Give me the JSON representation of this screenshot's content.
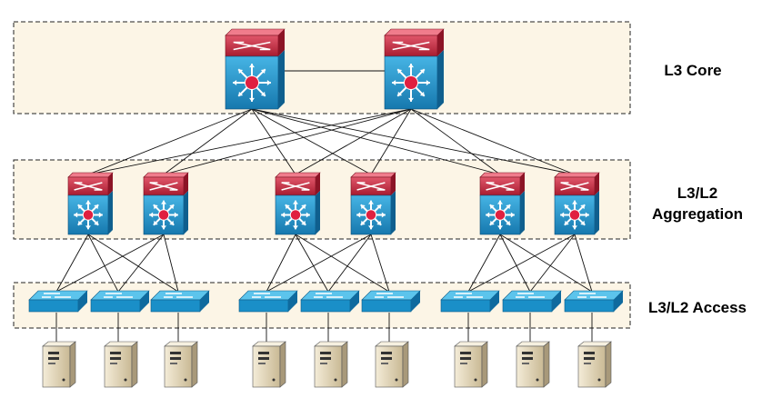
{
  "layers": {
    "core": {
      "label": "L3 Core"
    },
    "aggregation": {
      "label_line1": "L3/L2",
      "label_line2": "Aggregation"
    },
    "access": {
      "label": "L3/L2 Access"
    }
  },
  "counts": {
    "core_switches": 2,
    "aggregation_switches": 6,
    "access_switches": 9,
    "servers": 9
  },
  "colors": {
    "zone_fill": "#fcf5e6",
    "switch_top_red": "#c8283c",
    "switch_body_blue": "#1a8fc8",
    "access_switch_blue": "#1aa0d8",
    "router_hub_red": "#e02040",
    "server_beige": "#e8dcc0"
  },
  "icons": {
    "core": "multilayer-switch-icon",
    "aggregation": "multilayer-switch-icon",
    "access": "workgroup-switch-icon",
    "server": "server-tower-icon"
  }
}
